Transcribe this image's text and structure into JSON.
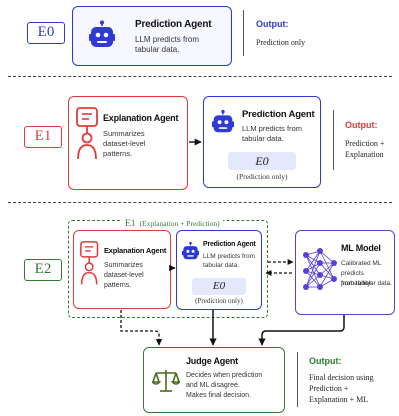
{
  "section_e0": {
    "tag": "E0",
    "agent_title": "Prediction Agent",
    "agent_desc": [
      "LLM predicts from",
      "tabular data."
    ],
    "output_label": "Output:",
    "output_text": "Prediction only"
  },
  "section_e1": {
    "tag": "E1",
    "explain_title": "Explanation Agent",
    "explain_desc": [
      "Summarizes",
      "dataset-level",
      "patterns."
    ],
    "predict_title": "Prediction Agent",
    "predict_desc": [
      "LLM predicts from",
      "tabular data."
    ],
    "chip": "E0",
    "chip_sub": "(Prediction only)",
    "output_label": "Output:",
    "output_text": [
      "Prediction +",
      "Explanation"
    ]
  },
  "section_e2": {
    "tag": "E2",
    "group_label_main": "E1",
    "group_label_sub": "(Explanation + Prediction)",
    "explain_title": "Explanation Agent",
    "explain_desc": [
      "Summarizes",
      "dataset-level",
      "patterns."
    ],
    "predict_title": "Prediction Agent",
    "predict_desc": [
      "LLM predicts from",
      "tabular data."
    ],
    "chip": "E0",
    "chip_sub": "(Prediction only)",
    "ml_title": "ML Model",
    "ml_desc": [
      "Calibrated ML",
      "predicts probability",
      "from tabular data."
    ],
    "judge_title": "Judge Agent",
    "judge_desc": [
      "Decides when prediction",
      "and ML disagree.",
      "Makes final decision."
    ],
    "output_label": "Output:",
    "output_text": [
      "Final decision using",
      "Prediction +",
      "Explanation + ML"
    ]
  },
  "colors": {
    "blue": "#2f3ad6",
    "red": "#e03a3a",
    "green": "#2f7d32",
    "purple": "#5b3fd8",
    "dark_green": "#4a6a1d"
  },
  "icons": [
    "robot-icon",
    "person-speech-icon",
    "neural-network-icon",
    "scales-icon"
  ]
}
